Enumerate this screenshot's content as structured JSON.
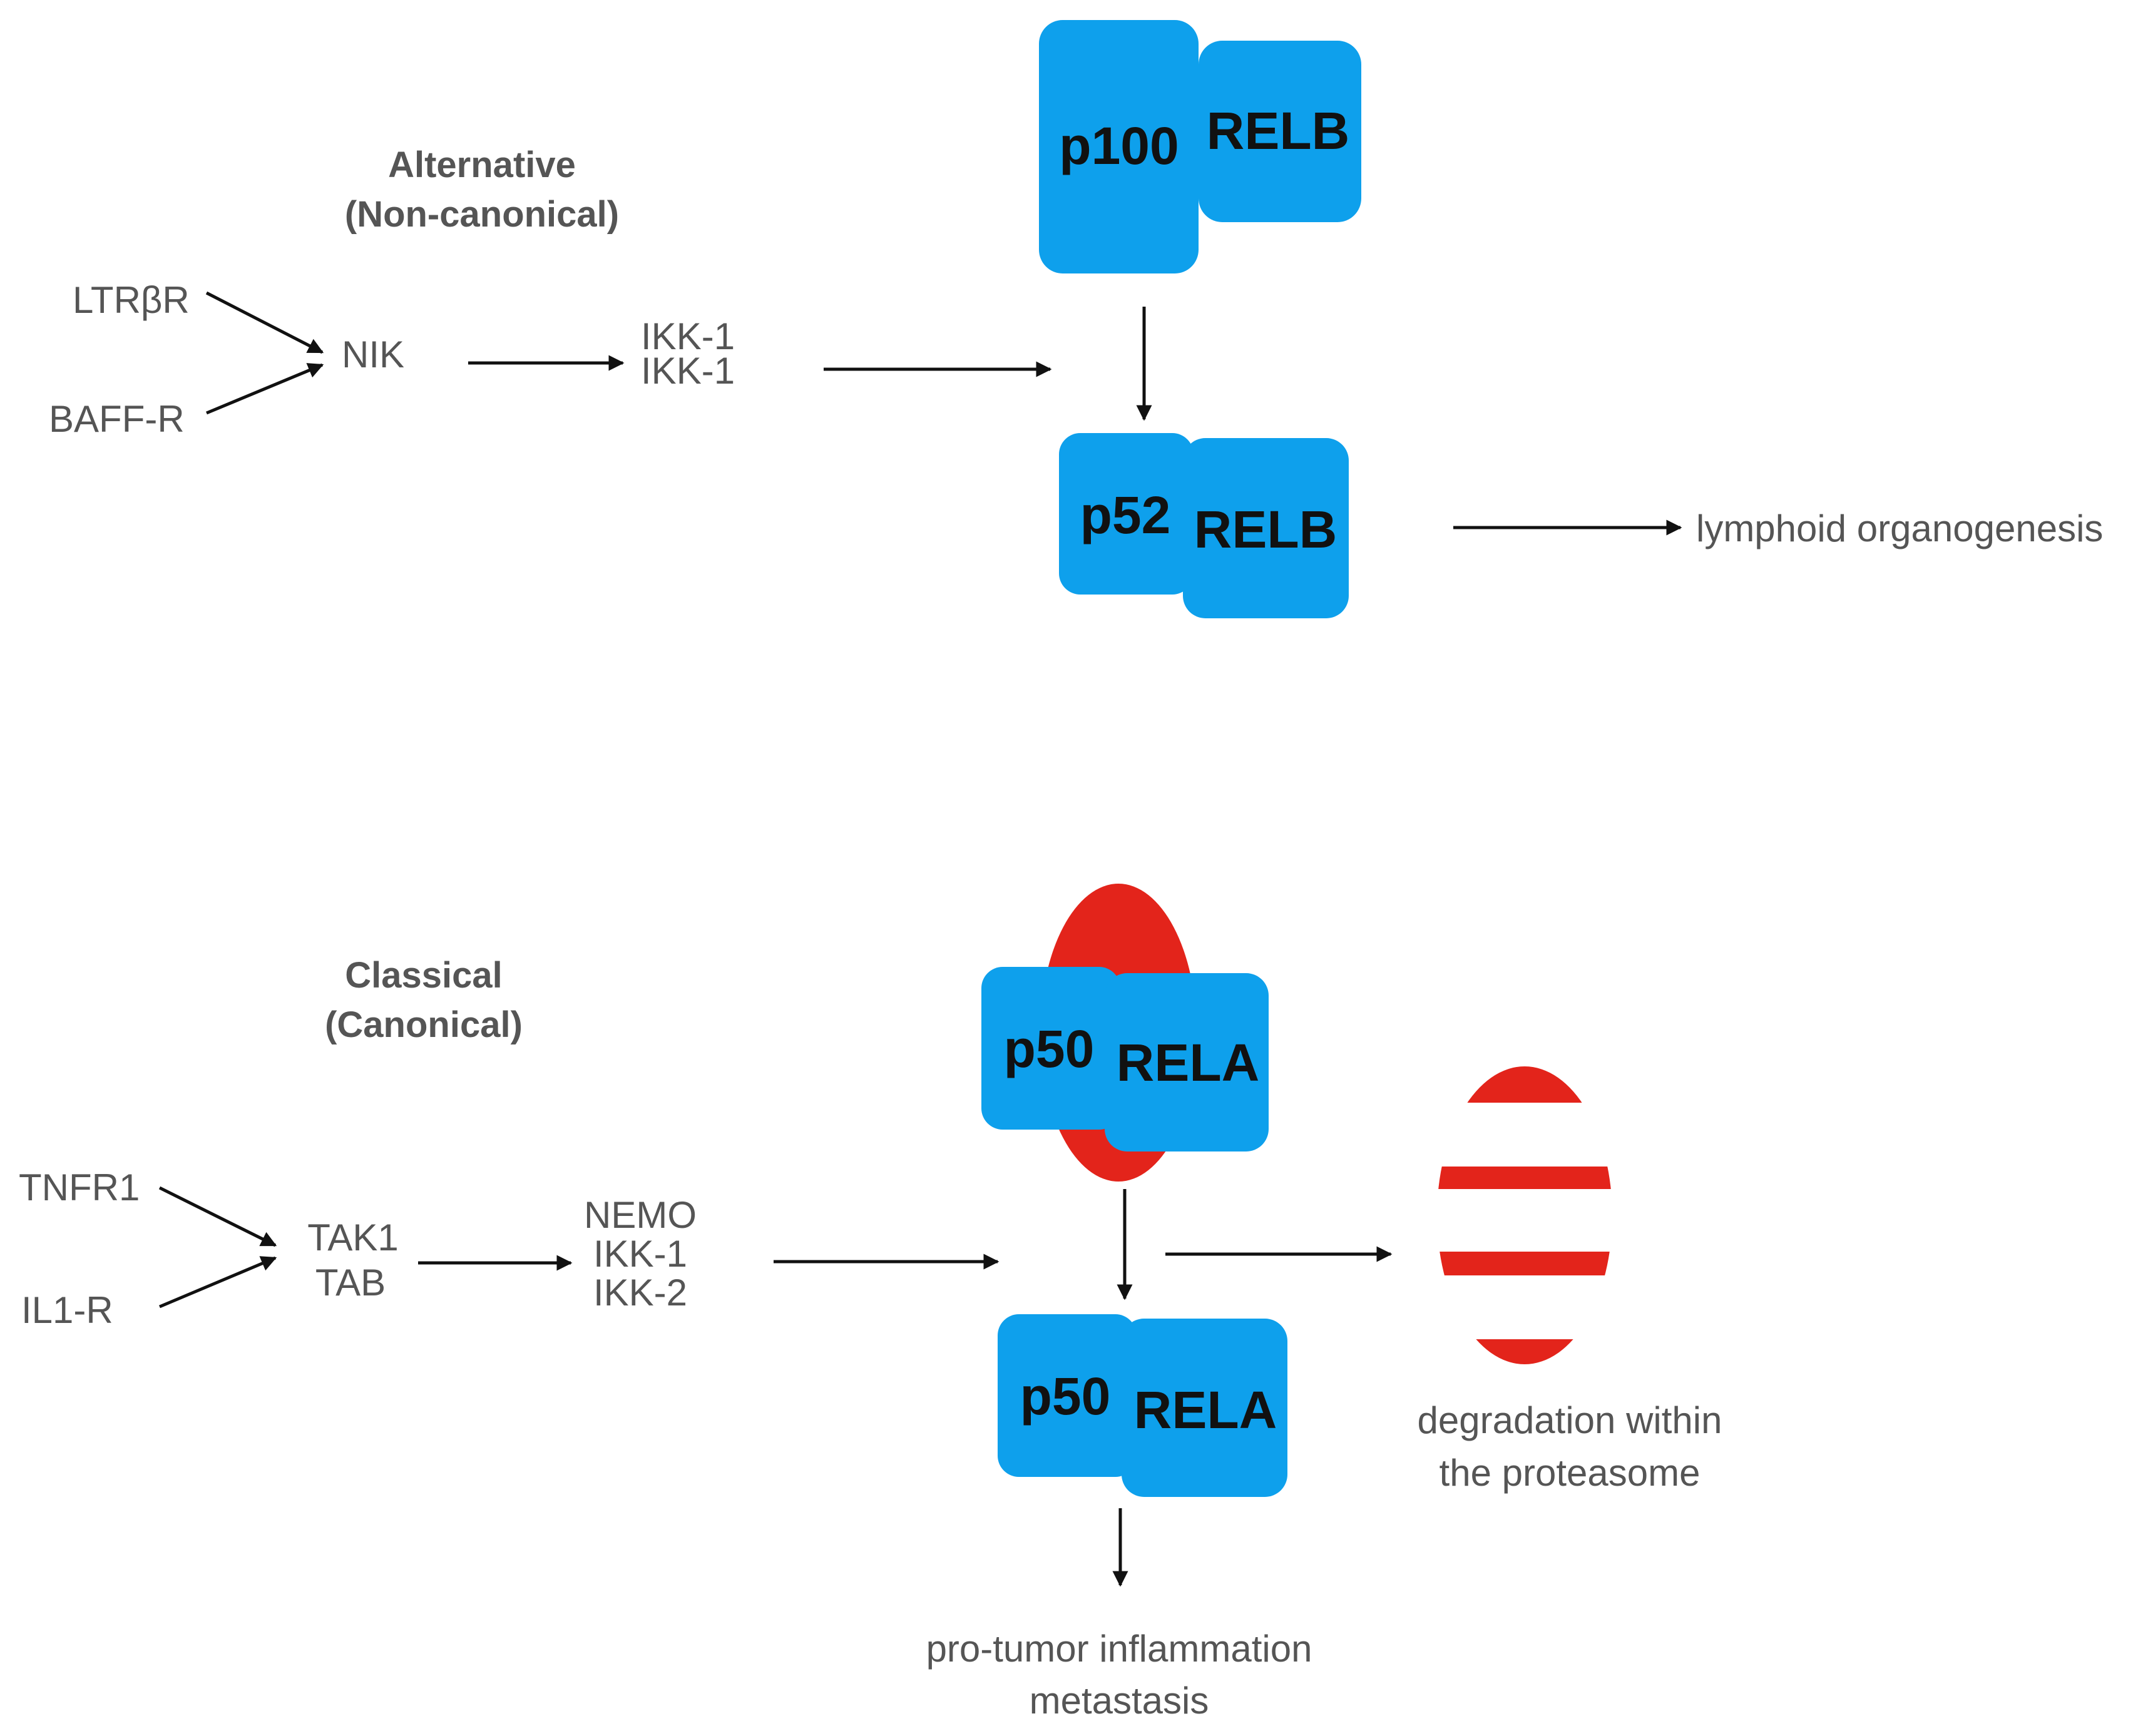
{
  "colors": {
    "protein_box": "#0ea0ec",
    "ikb_red": "#e3241b",
    "text_gray": "#555555",
    "arrow": "#111111"
  },
  "alternative": {
    "title_line1": "Alternative",
    "title_line2": "(Non-canonical)",
    "receptor1": "LTRβR",
    "receptor2": "BAFF-R",
    "kinase": "NIK",
    "ikk_line1": "IKK-1",
    "ikk_line2": "IKK-1",
    "precursor_a": "p100",
    "precursor_b": "RELB",
    "active_a": "p52",
    "active_b": "RELB",
    "outcome": "lymphoid organogenesis"
  },
  "classical": {
    "title_line1": "Classical",
    "title_line2": "(Canonical)",
    "receptor1": "TNFR1",
    "receptor2": "IL1-R",
    "kinase_line1": "TAK1",
    "kinase_line2": "TAB",
    "ikk_line1": "NEMO",
    "ikk_line2": "IKK-1",
    "ikk_line3": "IKK-2",
    "inhibited_a": "p50",
    "inhibited_b": "RELA",
    "active_a": "p50",
    "active_b": "RELA",
    "proteasome_line1": "degradation within",
    "proteasome_line2": "the proteasome",
    "outcome_line1": "pro-tumor inflammation",
    "outcome_line2": "metastasis"
  }
}
